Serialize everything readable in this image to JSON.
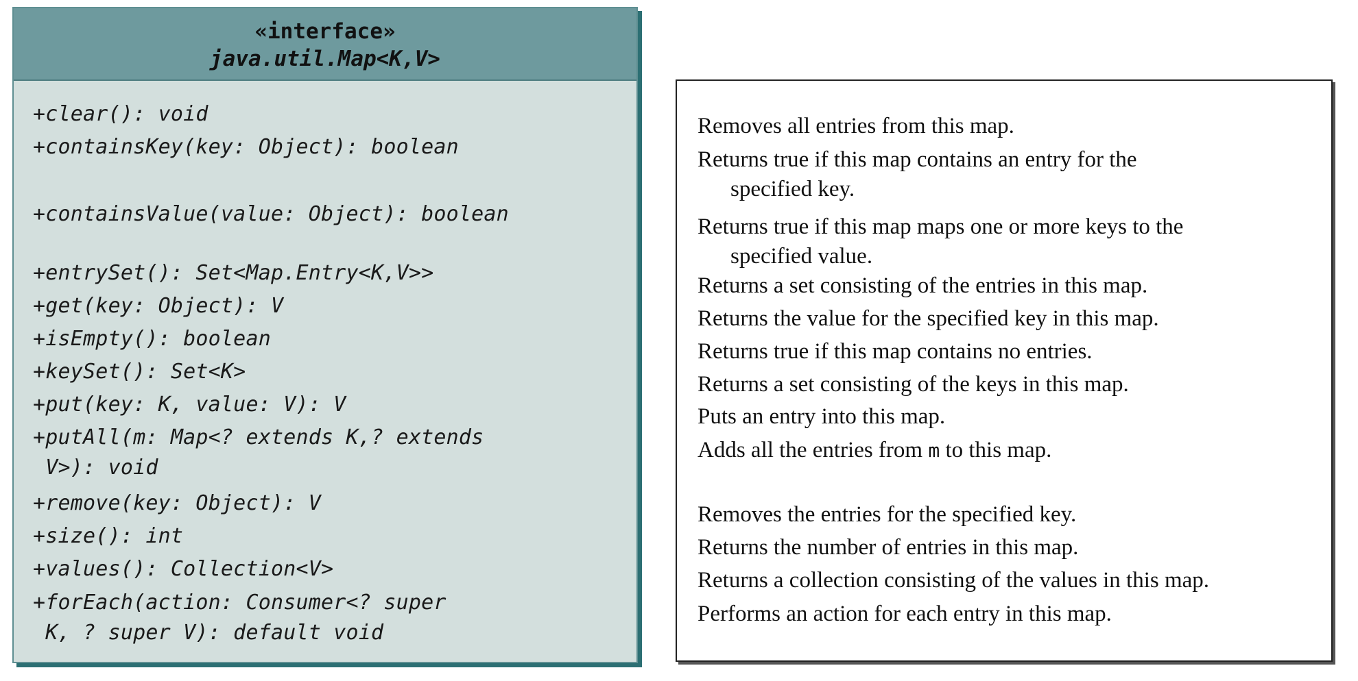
{
  "uml": {
    "stereotype": "«interface»",
    "class_name": "java.util.Map<K,V>",
    "methods": [
      "+clear(): void",
      "+containsKey(key: Object): boolean",
      "+containsValue(value: Object): boolean",
      "+entrySet(): Set<Map.Entry<K,V>>",
      "+get(key: Object): V",
      "+isEmpty(): boolean",
      "+keySet(): Set<K>",
      "+put(key: K, value: V): V",
      "+putAll(m: Map<? extends K,? extends",
      " V>): void",
      "+remove(key: Object): V",
      "+size(): int",
      "+values(): Collection<V>",
      "+forEach(action: Consumer<? super",
      " K, ? super V): default void"
    ]
  },
  "descriptions": {
    "clear": "Removes all entries from this map.",
    "containsKey_1": "Returns true if this map contains an entry for the",
    "containsKey_2": "specified key.",
    "containsValue_1": "Returns true if this map maps one or more keys to the",
    "containsValue_2": "specified value.",
    "entrySet": "Returns a set consisting of the entries in this map.",
    "get": "Returns the value for the specified key in this map.",
    "isEmpty": "Returns true if this map contains no entries.",
    "keySet": "Returns a set consisting of the keys in this map.",
    "put": "Puts an entry into this map.",
    "putAll_prefix": "Adds all the entries from ",
    "putAll_code": "m",
    "putAll_suffix": " to this map.",
    "remove": "Removes the entries for the specified key.",
    "size": "Returns the number of entries in this map.",
    "values": "Returns a collection consisting of the values in this map.",
    "forEach": "Performs an action for each entry in this map."
  }
}
